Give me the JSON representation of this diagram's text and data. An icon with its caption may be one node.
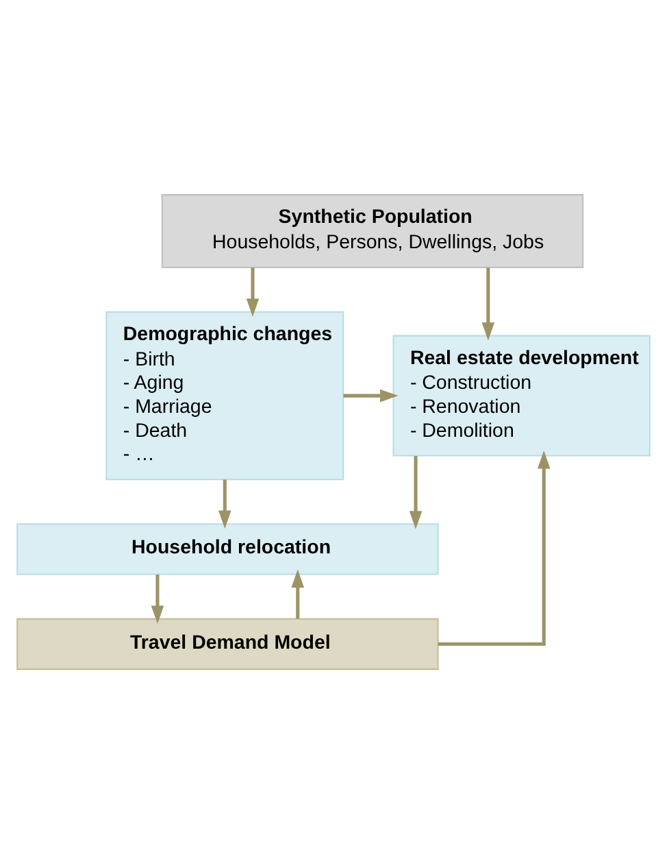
{
  "diagram": {
    "nodes": [
      {
        "text": [
          "Synthetic Population",
          "Households, Persons, Dwellings, Jobs"
        ]
      },
      {
        "text": [
          "Demographic changes",
          "- Birth",
          "- Aging",
          "- Marriage",
          "- Death",
          "- …"
        ]
      },
      {
        "text": [
          "Real estate development",
          "- Construction",
          "- Renovation",
          "- Demolition"
        ]
      },
      {
        "text": [
          "Household relocation"
        ]
      },
      {
        "text": [
          "Travel Demand Model"
        ]
      }
    ],
    "edges": [
      {
        "from": 0,
        "to": 1,
        "arrow": "to"
      },
      {
        "from": 0,
        "to": 2,
        "arrow": "to"
      },
      {
        "from": 1,
        "to": 2,
        "arrow": "to"
      },
      {
        "from": 1,
        "to": 3,
        "arrow": "to"
      },
      {
        "from": 2,
        "to": 3,
        "arrow": "to"
      },
      {
        "from": 3,
        "to": 4,
        "arrow": "to"
      },
      {
        "from": 4,
        "to": 3,
        "arrow": "to"
      },
      {
        "from": 4,
        "to": 2,
        "arrow": "to"
      }
    ]
  }
}
